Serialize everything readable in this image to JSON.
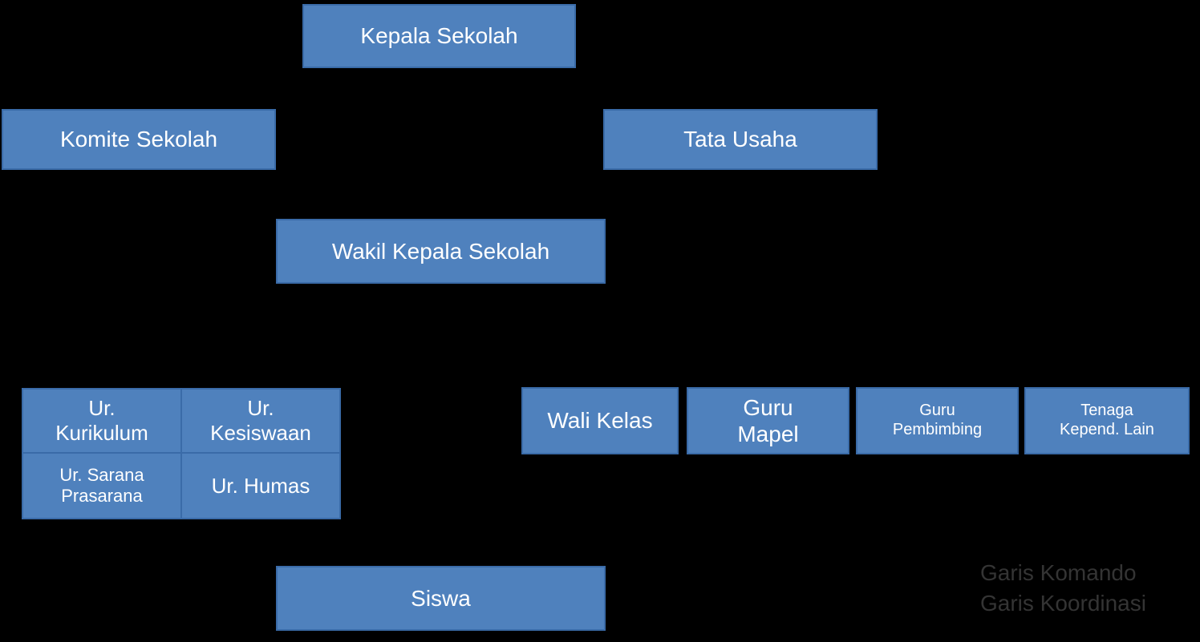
{
  "diagram": {
    "type": "org-chart",
    "language": "Indonesian",
    "nodes": {
      "kepala_sekolah": {
        "lines": [
          "Kepala Sekolah"
        ]
      },
      "komite_sekolah": {
        "lines": [
          "Komite Sekolah"
        ]
      },
      "tata_usaha": {
        "lines": [
          "Tata Usaha"
        ]
      },
      "wakil_kepala_sekolah": {
        "lines": [
          "Wakil Kepala Sekolah"
        ]
      },
      "ur_kurikulum": {
        "lines": [
          "Ur.",
          "Kurikulum"
        ]
      },
      "ur_kesiswaan": {
        "lines": [
          "Ur.",
          "Kesiswaan"
        ]
      },
      "ur_sarana_prasarana": {
        "lines": [
          "Ur. Sarana",
          "Prasarana"
        ]
      },
      "ur_humas": {
        "lines": [
          "Ur. Humas"
        ]
      },
      "wali_kelas": {
        "lines": [
          "Wali Kelas"
        ]
      },
      "guru_mapel": {
        "lines": [
          "Guru",
          "Mapel"
        ]
      },
      "guru_pembimbing": {
        "lines": [
          "Guru",
          "Pembimbing"
        ]
      },
      "tenaga_kepend_lain": {
        "lines": [
          "Tenaga",
          "Kepend. Lain"
        ]
      },
      "siswa": {
        "lines": [
          "Siswa"
        ]
      }
    },
    "legend": {
      "items": [
        "Garis Komando",
        "Garis Koordinasi"
      ]
    },
    "colors": {
      "background": "#000000",
      "box_fill": "#4f81bd",
      "box_border": "#3a6ba8",
      "box_text": "#ffffff",
      "legend_text": "#343434",
      "connector": "#000000"
    }
  }
}
